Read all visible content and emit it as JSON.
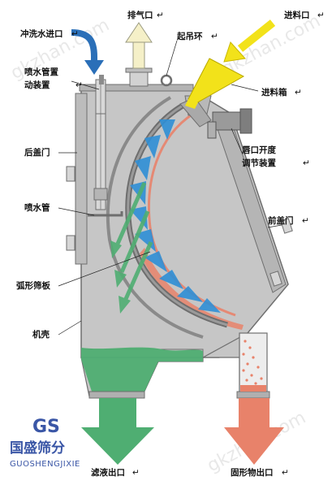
{
  "labels": {
    "flush_inlet": "冲洗水进口",
    "exhaust": "排气口",
    "lifting_ring": "起吊环",
    "feed_inlet": "进料口",
    "spray_tube_device_line1": "喷水管置",
    "spray_tube_device_line2": "动装置",
    "feed_box": "进料箱",
    "rear_cover": "后盖门",
    "lip_adjust_line1": "唇口开度",
    "lip_adjust_line2": "调节装置",
    "spray_pipe": "喷水管",
    "front_cover": "前盖门",
    "arc_screen": "弧形筛板",
    "housing": "机壳",
    "filtrate_outlet": "滤液出口",
    "solid_outlet": "固形物出口"
  },
  "logo": {
    "mark": "GS",
    "name_cn": "国盛筛分",
    "name_en": "GUOSHENGJIXIE"
  },
  "watermarks": [
    "gkzhan.com",
    "gkzhan.com"
  ],
  "colors": {
    "housing": "#c6c6c6",
    "housing_stroke": "#6f6f6f",
    "filtrate": "#4fae72",
    "solid": "#e8826a",
    "flush_water": "#2a6fb8",
    "spray": "#2f8fd6",
    "exhaust_arrow": "#f5f0c8",
    "feed": "#f2e21a"
  }
}
